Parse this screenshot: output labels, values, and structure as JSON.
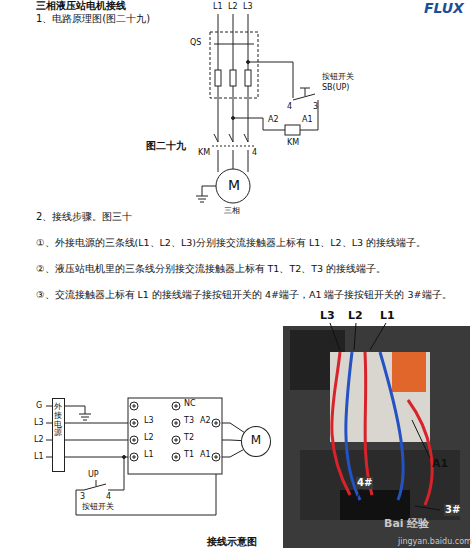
{
  "diagram": {
    "title": "三相液压站电机接线",
    "nodes": [
      {
        "text": [
          "外接电源"
        ]
      },
      {
        "text": [
          "NC",
          "L3",
          "T3",
          "L2",
          "T2",
          "A2",
          "L1",
          "T1",
          "A1"
        ]
      },
      {
        "text": [
          "M"
        ]
      }
    ],
    "edges": [
      {
        "from": 0,
        "to": 1,
        "arrow": "none"
      },
      {
        "from": 0,
        "to": 1,
        "arrow": "none"
      },
      {
        "from": 0,
        "to": 1,
        "arrow": "none"
      },
      {
        "from": 1,
        "to": 2,
        "arrow": "none"
      },
      {
        "from": 1,
        "to": 2,
        "arrow": "none"
      },
      {
        "from": 1,
        "to": 2,
        "arrow": "none"
      }
    ],
    "labels": [
      "FLUX",
      "1、电路原理图(图二十九)",
      "L1",
      "L2",
      "L3",
      "QS",
      "按钮开关",
      "SB(UP)",
      "4",
      "3",
      "A2",
      "A1",
      "KM",
      "KM",
      "4",
      "M",
      "图二十九",
      "三相",
      "2、接线步骤。图三十",
      "①、外接电源的三条线(L1、L2、L3)分别接交流接触器上标有 L1、L2、L3 的接线端子。",
      "②、液压站电机里的三条线分别接交流接触器上标有 T1、T2、T3 的接线端子。",
      "③、交流接触器上标有 L1 的接线端子接按钮开关的 4#端子，A1 端子接按钮开关的 3#端子。",
      "G",
      "L3",
      "L2",
      "L1",
      "UP",
      "3",
      "4",
      "按钮开关",
      "接线示意图",
      "L3",
      "L2",
      "L1",
      "A1",
      "4#",
      "3#",
      "Bai 经验",
      "jingyan.baidu.com"
    ]
  }
}
